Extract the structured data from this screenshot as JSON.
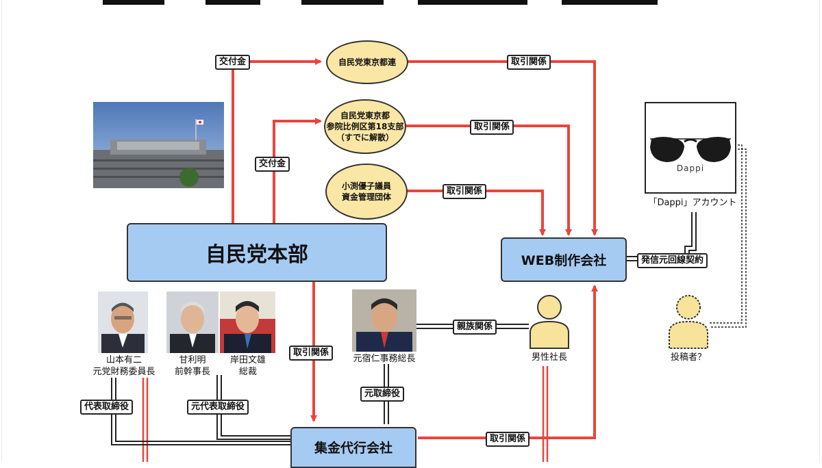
{
  "title_partial": "",
  "nodes": {
    "hq": "自民党本部",
    "web": "WEB制作会社",
    "collect": "集金代行会社",
    "tokyo": "自民党東京都連",
    "branch18": "自民党東京都\n参院比例区第18支部\n（すでに解散）",
    "obuchi": "小渕優子議員\n資金管理団体"
  },
  "labels": {
    "kofukin1": "交付金",
    "kofukin2": "交付金",
    "torihiki1": "取引関係",
    "torihiki2": "取引関係",
    "torihiki3": "取引関係",
    "torihiki4": "取引関係",
    "torihiki5": "取引関係",
    "hasshin": "発信元回線契約",
    "shinzoku": "親族関係",
    "motoTorishimari": "元取締役",
    "daihyo": "代表取締役",
    "motoDaihyo": "元代表取締役"
  },
  "people": {
    "yamamoto": "山本有二\n元党財務委員長",
    "amari": "甘利明\n前幹事長",
    "kishida": "岸田文雄\n総裁",
    "motoyado": "元宿仁事務総長",
    "president": "男性社長",
    "poster": "投稿者？"
  },
  "dappi": {
    "logo_text": "Dappi",
    "caption": "「Dappi」アカウント"
  },
  "colors": {
    "arrow_red": "#e8453c",
    "box_blue": "#a6cbf3",
    "oval_yellow": "#fbe7a5",
    "person_yellow": "#f8e39a"
  }
}
